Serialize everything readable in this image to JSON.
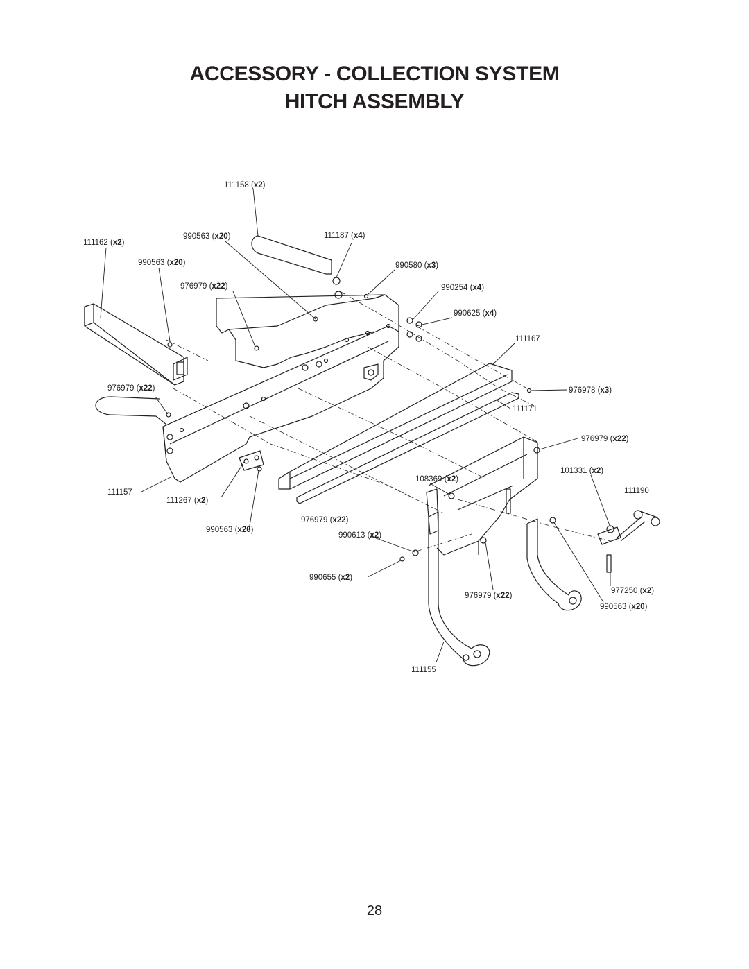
{
  "title_line1": "ACCESSORY - COLLECTION SYSTEM",
  "title_line2": "HITCH ASSEMBLY",
  "page_number": "28",
  "callouts": [
    {
      "id": "c1",
      "part": "111158",
      "qty": "(x2)"
    },
    {
      "id": "c2",
      "part": "111162",
      "qty": "(x2)"
    },
    {
      "id": "c3",
      "part": "990563",
      "qty": "(x20)"
    },
    {
      "id": "c4",
      "part": "111187",
      "qty": "(x4)"
    },
    {
      "id": "c5",
      "part": "990563",
      "qty": "(x20)"
    },
    {
      "id": "c6",
      "part": "990580",
      "qty": "(x3)"
    },
    {
      "id": "c7",
      "part": "976979",
      "qty": "(x22)"
    },
    {
      "id": "c8",
      "part": "990254",
      "qty": "(x4)"
    },
    {
      "id": "c9",
      "part": "990625",
      "qty": "(x4)"
    },
    {
      "id": "c10",
      "part": "111167",
      "qty": ""
    },
    {
      "id": "c11",
      "part": "976979",
      "qty": "(x22)"
    },
    {
      "id": "c12",
      "part": "976978",
      "qty": "(x3)"
    },
    {
      "id": "c13",
      "part": "111171",
      "qty": ""
    },
    {
      "id": "c14",
      "part": "976979",
      "qty": "(x22)"
    },
    {
      "id": "c15",
      "part": "108369",
      "qty": "(x2)"
    },
    {
      "id": "c16",
      "part": "101331",
      "qty": "(x2)"
    },
    {
      "id": "c17",
      "part": "111157",
      "qty": ""
    },
    {
      "id": "c18",
      "part": "111267",
      "qty": "(x2)"
    },
    {
      "id": "c19",
      "part": "111190",
      "qty": ""
    },
    {
      "id": "c20",
      "part": "990563",
      "qty": "(x20)"
    },
    {
      "id": "c21",
      "part": "976979",
      "qty": "(x22)"
    },
    {
      "id": "c22",
      "part": "990613",
      "qty": "(x2)"
    },
    {
      "id": "c23",
      "part": "990655",
      "qty": "(x2)"
    },
    {
      "id": "c24",
      "part": "977250",
      "qty": "(x2)"
    },
    {
      "id": "c25",
      "part": "976979",
      "qty": "(x22)"
    },
    {
      "id": "c26",
      "part": "990563",
      "qty": "(x20)"
    },
    {
      "id": "c27",
      "part": "111155",
      "qty": ""
    }
  ]
}
